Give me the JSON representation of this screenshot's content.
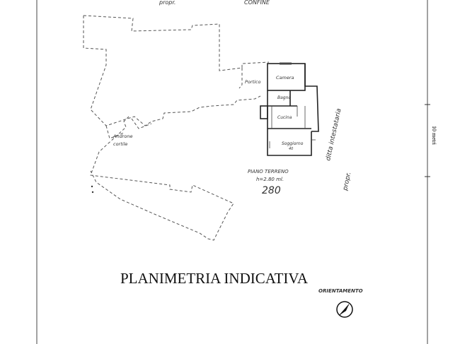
{
  "sheet": {
    "top_note_left": "propr.",
    "top_note_right": "CONFINE",
    "scale_label": "10 metri",
    "title": "PLANIMETRIA INDICATIVA",
    "orientation_label": "ORIENTAMENTO"
  },
  "rooms": {
    "camera": "Camera",
    "portico": "Portico",
    "bagno": "Bagno",
    "cucina": "Cucina",
    "soggiorno": "Soggiorno",
    "soggiorno_code": "40",
    "androne": "Androne",
    "cortile": "cortile"
  },
  "floor": {
    "name": "PIANO TERRENO",
    "height": "h=2.80 ml.",
    "number": "280"
  },
  "side_note": {
    "line1": "propr.",
    "line2": "ditta intestataria"
  },
  "colors": {
    "ink": "#222222",
    "pencil": "#555555"
  },
  "icons": {
    "compass": "compass-icon"
  }
}
